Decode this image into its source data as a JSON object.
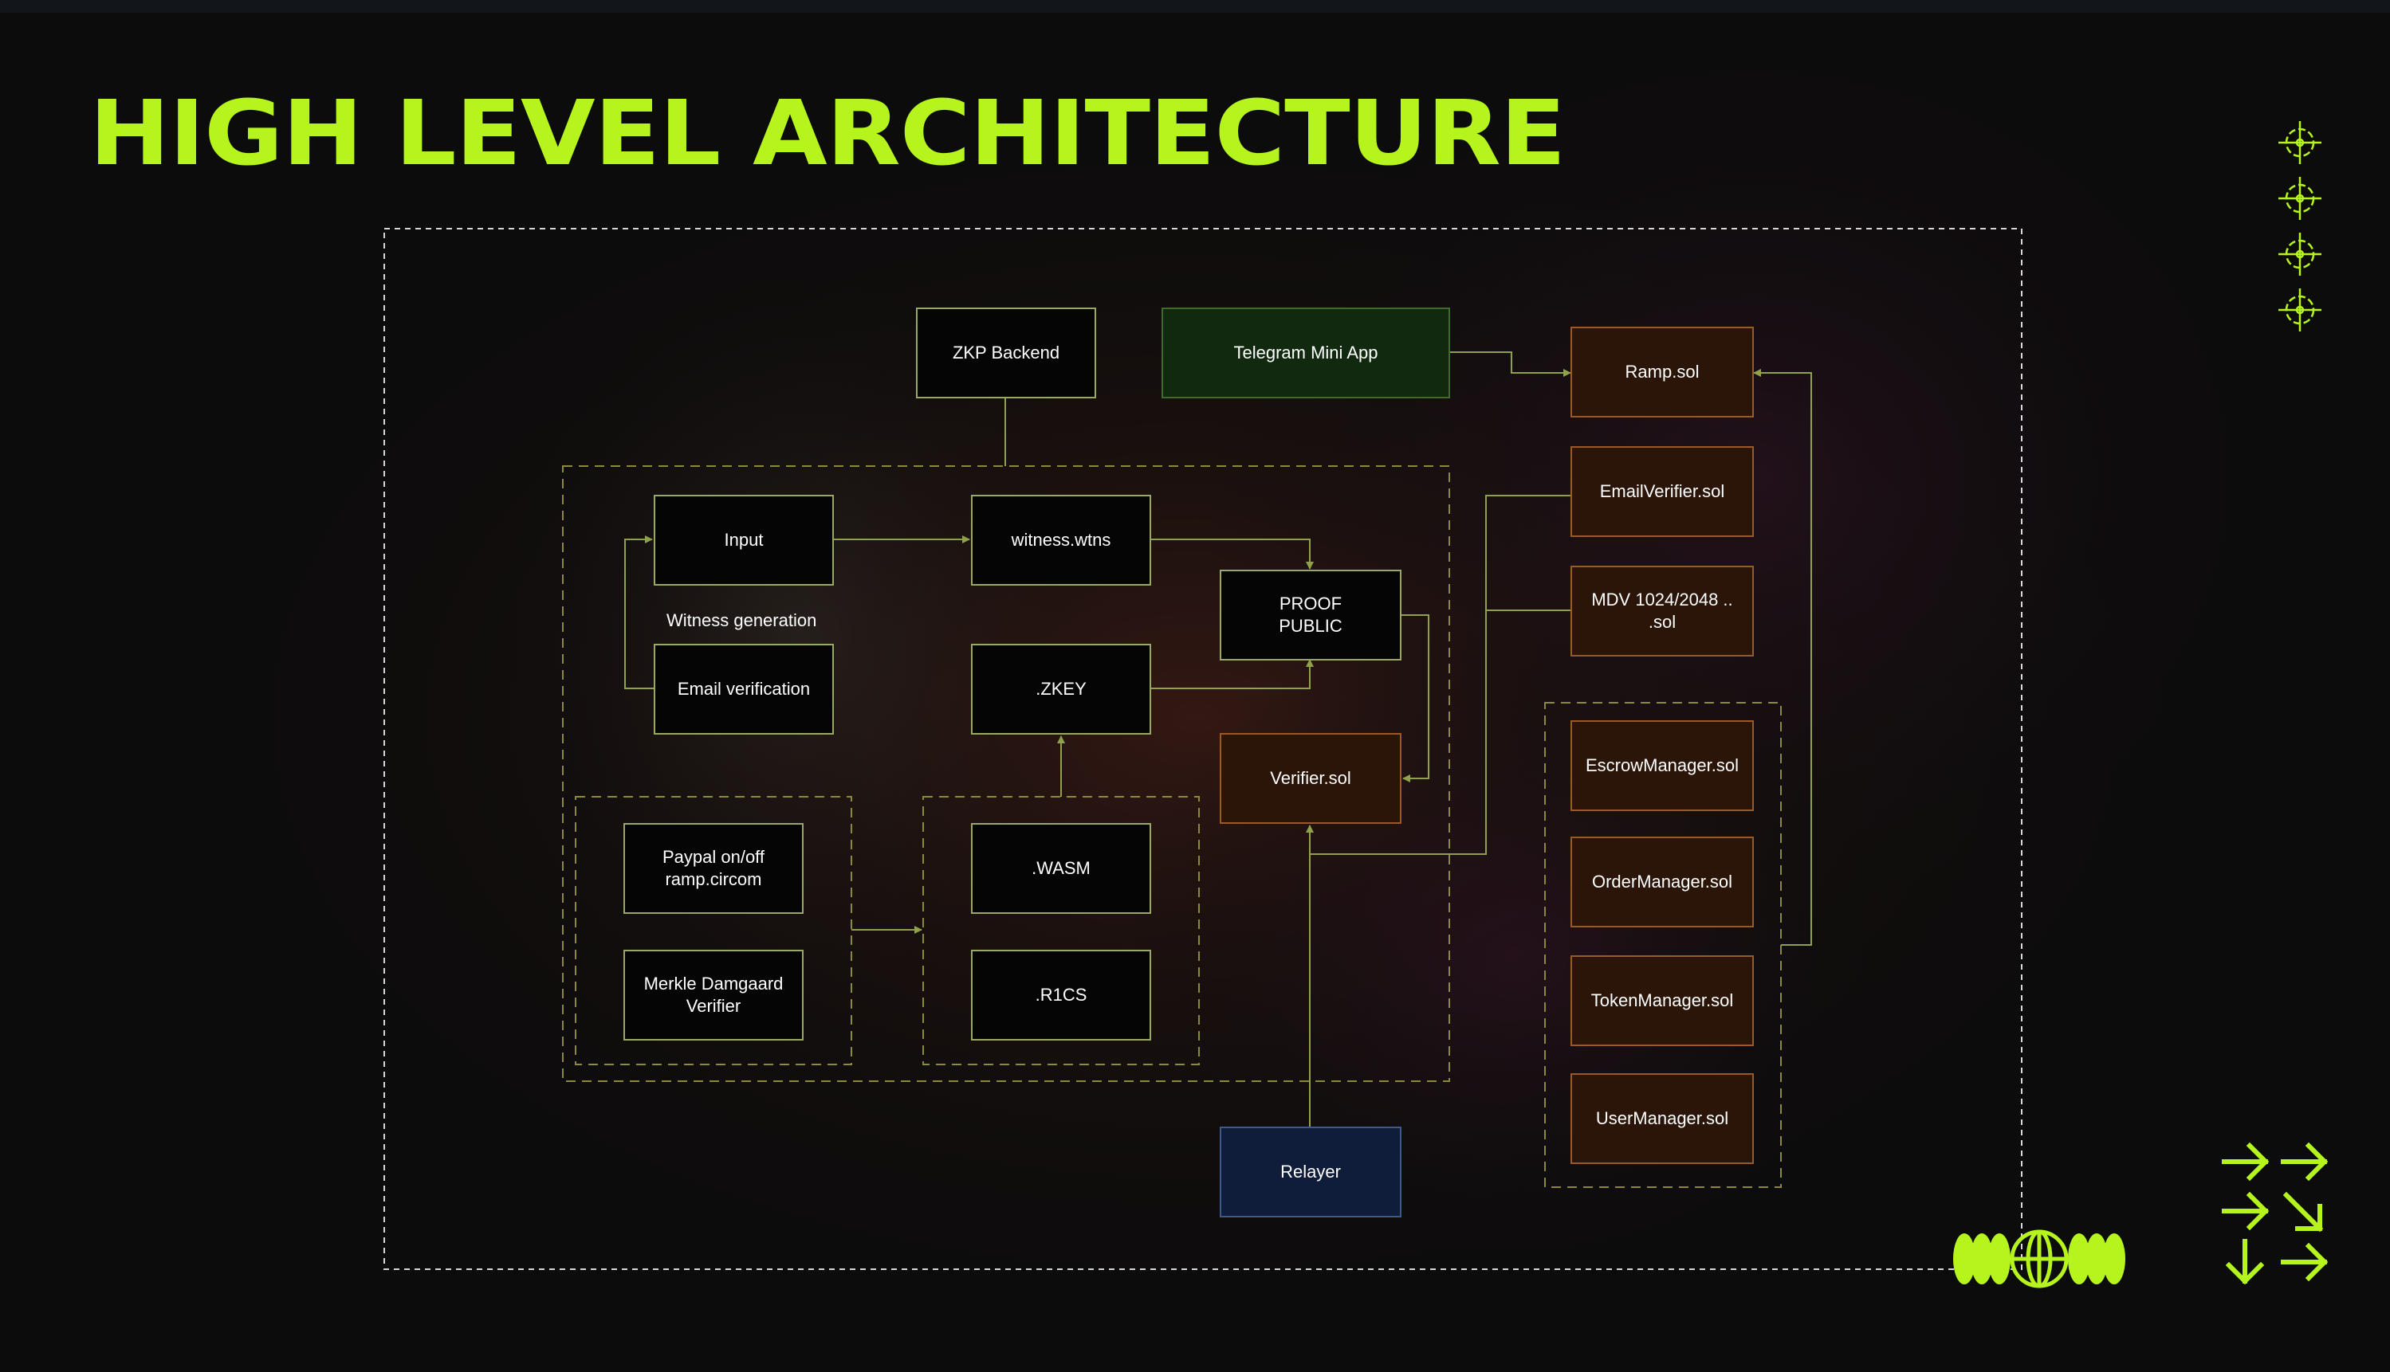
{
  "slide": {
    "title": "HIGH LEVEL ARCHITECTURE"
  },
  "colors": {
    "accent": "#b6f41e",
    "connector": "#8fa14a",
    "contract_fill": "#2a1508",
    "contract_border": "#9a5a28",
    "telegram_fill": "#10290f",
    "relayer_fill": "#0f1d3a"
  },
  "diagram": {
    "nodes": {
      "zkp_backend": "ZKP Backend",
      "telegram": "Telegram Mini App",
      "ramp": "Ramp.sol",
      "email_verifier": "EmailVerifier.sol",
      "mdv": "MDV 1024/2048 ..\n.sol",
      "input": "Input",
      "witness": "witness.wtns",
      "proof": "PROOF\nPUBLIC",
      "email_verification": "Email verification",
      "zkey": ".ZKEY",
      "verifier": "Verifier.sol",
      "paypal": "Paypal on/off\nramp.circom",
      "merkle": "Merkle Damgaard\nVerifier",
      "wasm": ".WASM",
      "r1cs": ".R1CS",
      "escrow": "EscrowManager.sol",
      "order": "OrderManager.sol",
      "token": "TokenManager.sol",
      "user": "UserManager.sol",
      "relayer": "Relayer"
    },
    "witness_generation_label": "Witness generation"
  },
  "icons": {
    "crosshairs": "crosshair-icon",
    "arrows": "arrow-grid-icon",
    "logo": "globe-logo"
  }
}
